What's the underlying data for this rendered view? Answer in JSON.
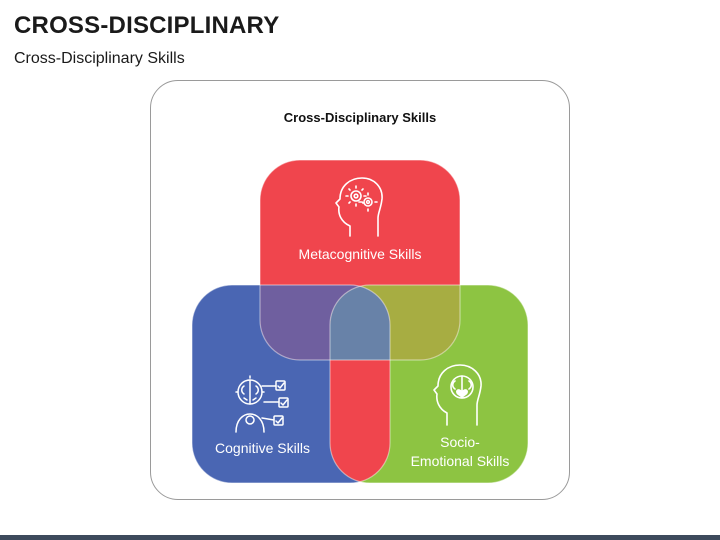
{
  "header": {
    "title": "CROSS-DISCIPLINARY",
    "subtitle": "Cross-Disciplinary Skills"
  },
  "diagram": {
    "title": "Cross-Disciplinary Skills",
    "sets": [
      {
        "label": "Metacognitive Skills",
        "color": "#f0454d",
        "icon": "head-gears-icon"
      },
      {
        "label": "Cognitive Skills",
        "color": "#4a66b3",
        "icon": "brain-checklist-icon"
      },
      {
        "label": "Socio-Emotional Skills",
        "label_line1": "Socio-",
        "label_line2": "Emotional Skills",
        "color": "#8dc442",
        "icon": "head-brain-heart-icon"
      }
    ],
    "overlap_colors": {
      "metacognitive_cognitive": "#6f5f9f",
      "metacognitive_socio": "#a7ad42",
      "cognitive_socio": "#f0454d",
      "center": "#6882a8"
    }
  },
  "footer": {
    "bar_color": "#3d4a5c"
  }
}
